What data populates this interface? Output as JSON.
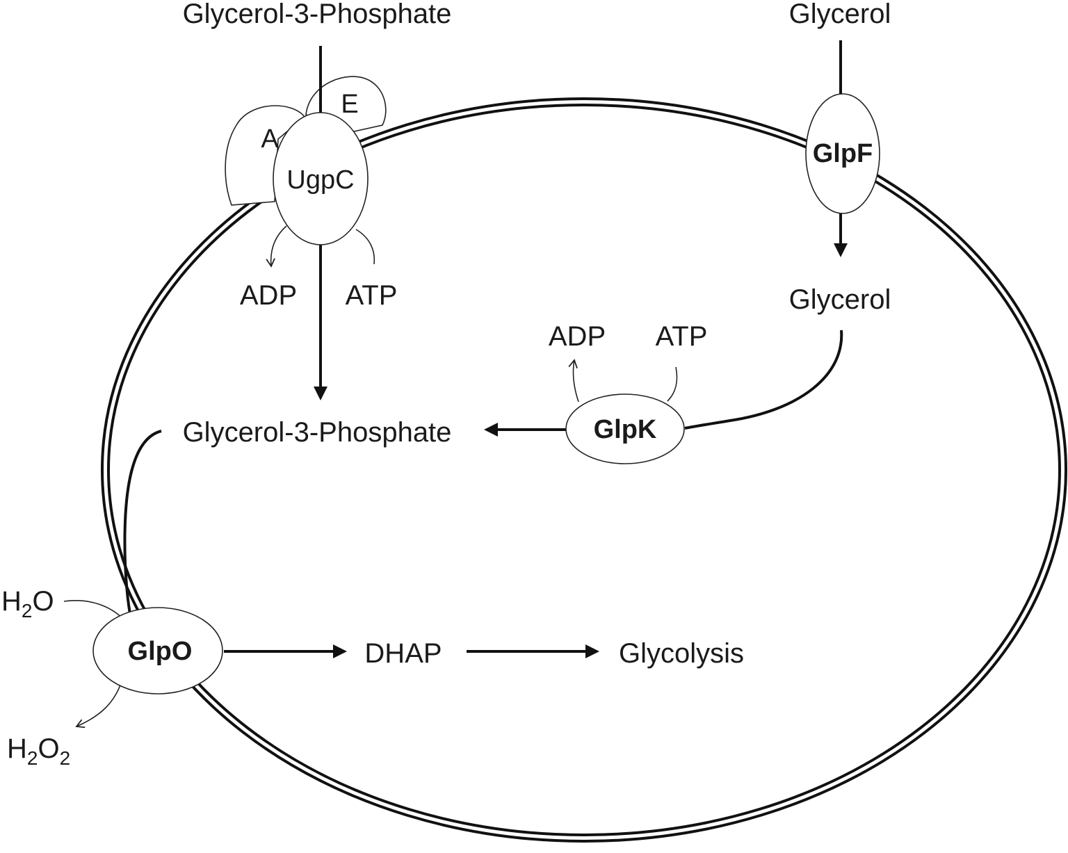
{
  "labels": {
    "g3p_outside": "Glycerol-3-Phosphate",
    "glycerol_outside": "Glycerol",
    "glycerol_inside": "Glycerol",
    "g3p_inside": "Glycerol-3-Phosphate",
    "adp_ugpc": "ADP",
    "atp_ugpc": "ATP",
    "adp_glpk": "ADP",
    "atp_glpk": "ATP",
    "dhap": "DHAP",
    "glycolysis": "Glycolysis",
    "h2o": {
      "base": "H",
      "sub": "2",
      "rest": "O"
    },
    "h2o2": {
      "base": "H",
      "sub1": "2",
      "mid": "O",
      "sub2": "2"
    }
  },
  "enzymes": {
    "ugpc": "UgpC",
    "subunit_a": "A",
    "subunit_e": "E",
    "glpf": "GlpF",
    "glpk": "GlpK",
    "glpo": "GlpO"
  }
}
